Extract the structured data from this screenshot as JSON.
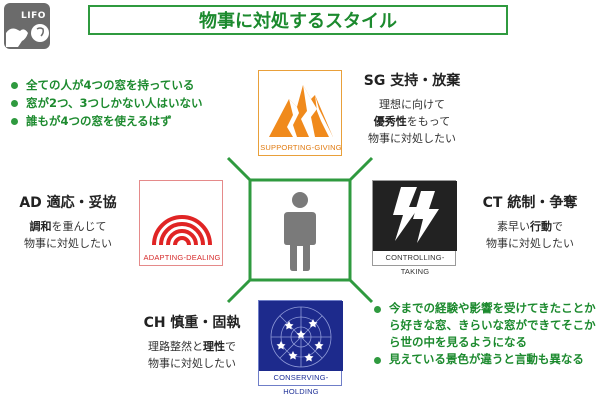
{
  "logo": {
    "text": "LIFO"
  },
  "title": "物事に対処するスタイル",
  "bullets_left": [
    "全ての人が4つの窓を持っている",
    "窓が2つ、3つしかない人はいない",
    "誰もが4つの窓を使えるはず"
  ],
  "bullets_right": [
    "今までの経験や影響を受けてきたことから好きな窓、きらいな窓ができてそこから世の中を見るようになる",
    "見えている景色が違うと言動も異なる"
  ],
  "styles": {
    "sg": {
      "name": "SG 支持・放棄",
      "caption": "SUPPORTING-GIVING",
      "line1": "理想に向けて",
      "line2_bold": "優秀性",
      "line2_rest": "をもって",
      "line3": "物事に対処したい"
    },
    "ad": {
      "name": "AD 適応・妥協",
      "caption": "ADAPTING-DEALING",
      "line1_bold": "調和",
      "line1_rest": "を重んじて",
      "line2": "物事に対処したい"
    },
    "ct": {
      "name": "CT 統制・争奪",
      "caption": "CONTROLLING-TAKING",
      "line1_pre": "素早い",
      "line1_bold": "行動",
      "line1_post": "で",
      "line2": "物事に対処したい"
    },
    "ch": {
      "name": "CH 慎重・固執",
      "caption": "CONSERVING-HOLDING",
      "line1_pre": "理路整然と",
      "line1_bold": "理性",
      "line1_post": "で",
      "line2": "物事に対処したい"
    }
  },
  "colors": {
    "green": "#2f9a3f",
    "orange": "#f08a1c",
    "red": "#e02424",
    "black": "#222222",
    "navy": "#1d2a8c",
    "figure_gray": "#7a7a7a"
  }
}
